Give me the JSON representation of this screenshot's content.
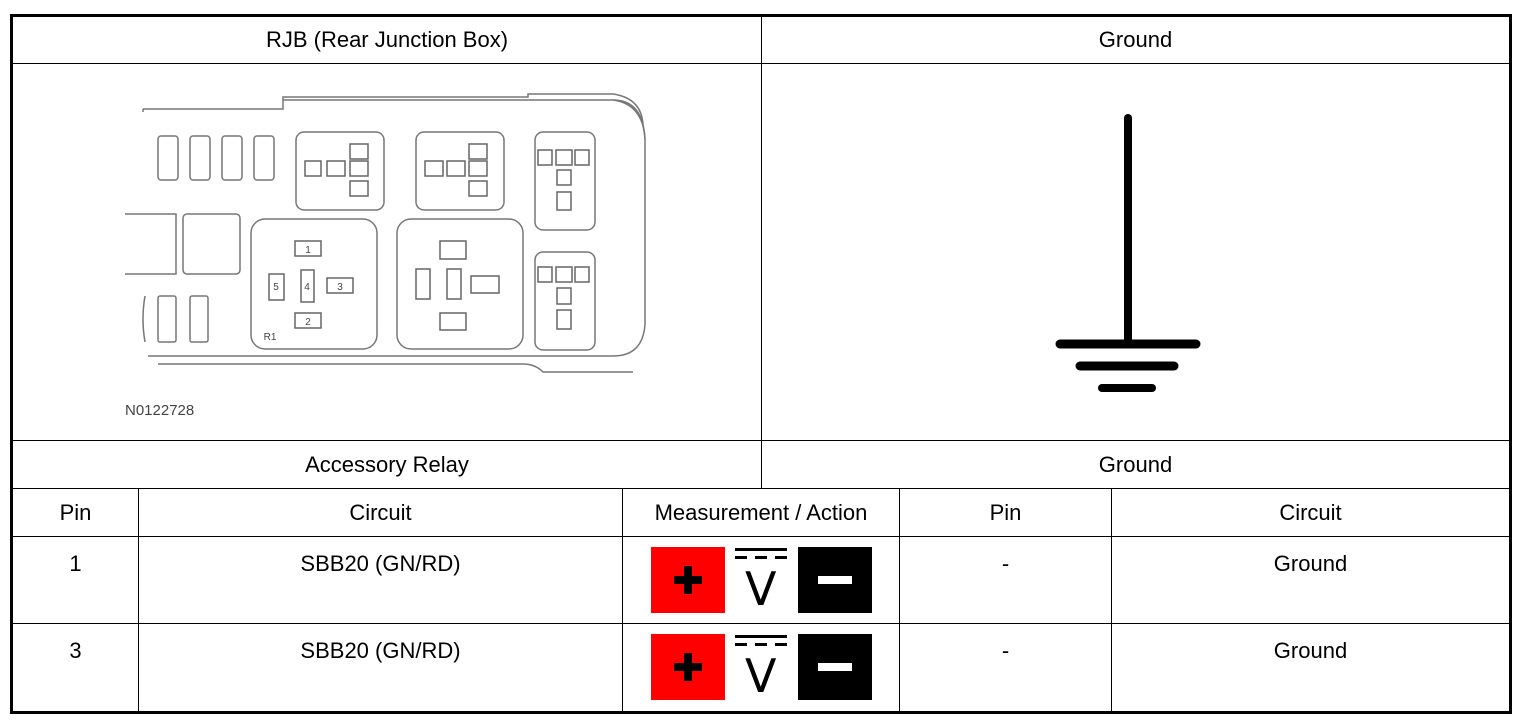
{
  "header": {
    "left_title": "RJB (Rear Junction Box)",
    "right_title": "Ground"
  },
  "diagram": {
    "ref_code": "N0122728",
    "relay_label": "R1",
    "pins": [
      "1",
      "2",
      "3",
      "4",
      "5"
    ]
  },
  "subheader": {
    "left": "Accessory Relay",
    "right": "Ground"
  },
  "columns": {
    "pin": "Pin",
    "circuit": "Circuit",
    "measurement": "Measurement / Action",
    "pin2": "Pin",
    "circuit2": "Circuit"
  },
  "rows": [
    {
      "pin": "1",
      "circuit": "SBB20 (GN/RD)",
      "pin2": "-",
      "circuit2": "Ground"
    },
    {
      "pin": "3",
      "circuit": "SBB20 (GN/RD)",
      "pin2": "-",
      "circuit2": "Ground"
    }
  ],
  "meter": {
    "symbol": "V",
    "positive_color": "#ff0000",
    "negative_color": "#000000"
  }
}
